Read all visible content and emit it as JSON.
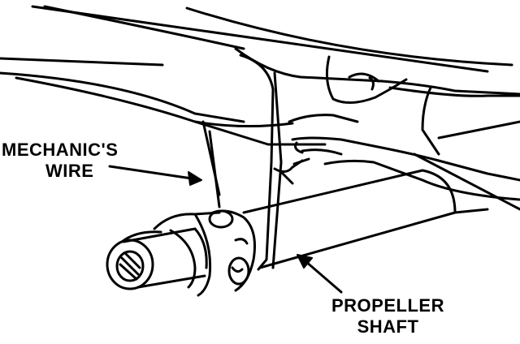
{
  "labels": {
    "mechanics_wire": [
      "MECHANIC'S",
      "WIRE"
    ],
    "propeller_shaft": [
      "PROPELLER",
      "SHAFT"
    ]
  },
  "colors": {
    "ink": "#000000",
    "paper": "#ffffff"
  }
}
